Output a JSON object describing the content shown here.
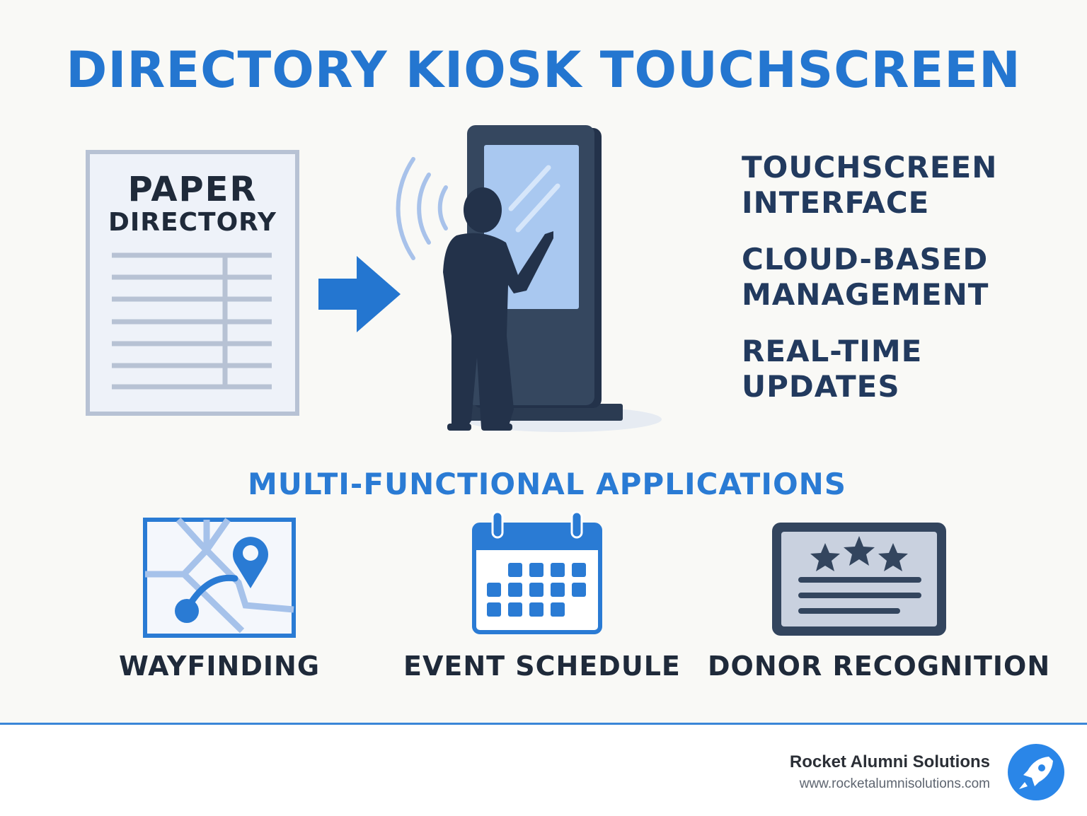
{
  "title": "DIRECTORY KIOSK TOUCHSCREEN",
  "paper": {
    "line1": "PAPER",
    "line2": "DIRECTORY"
  },
  "features": [
    {
      "line1": "TOUCHSCREEN",
      "line2": "INTERFACE"
    },
    {
      "line1": "CLOUD-BASED",
      "line2": "MANAGEMENT"
    },
    {
      "line1": "REAL-TIME",
      "line2": "UPDATES"
    }
  ],
  "applications_title": "MULTI-FUNCTIONAL APPLICATIONS",
  "applications": [
    {
      "label": "WAYFINDING",
      "icon": "map-pin-icon"
    },
    {
      "label": "EVENT SCHEDULE",
      "icon": "calendar-icon"
    },
    {
      "label": "DONOR RECOGNITION",
      "icon": "award-plaque-icon"
    }
  ],
  "footer": {
    "brand": "Rocket Alumni Solutions",
    "url": "www.rocketalumnisolutions.com",
    "logo_icon": "rocket-icon"
  },
  "colors": {
    "accent": "#2476d0",
    "dark": "#223a5e",
    "kiosk": "#33455e",
    "background": "#f9f9f6"
  }
}
